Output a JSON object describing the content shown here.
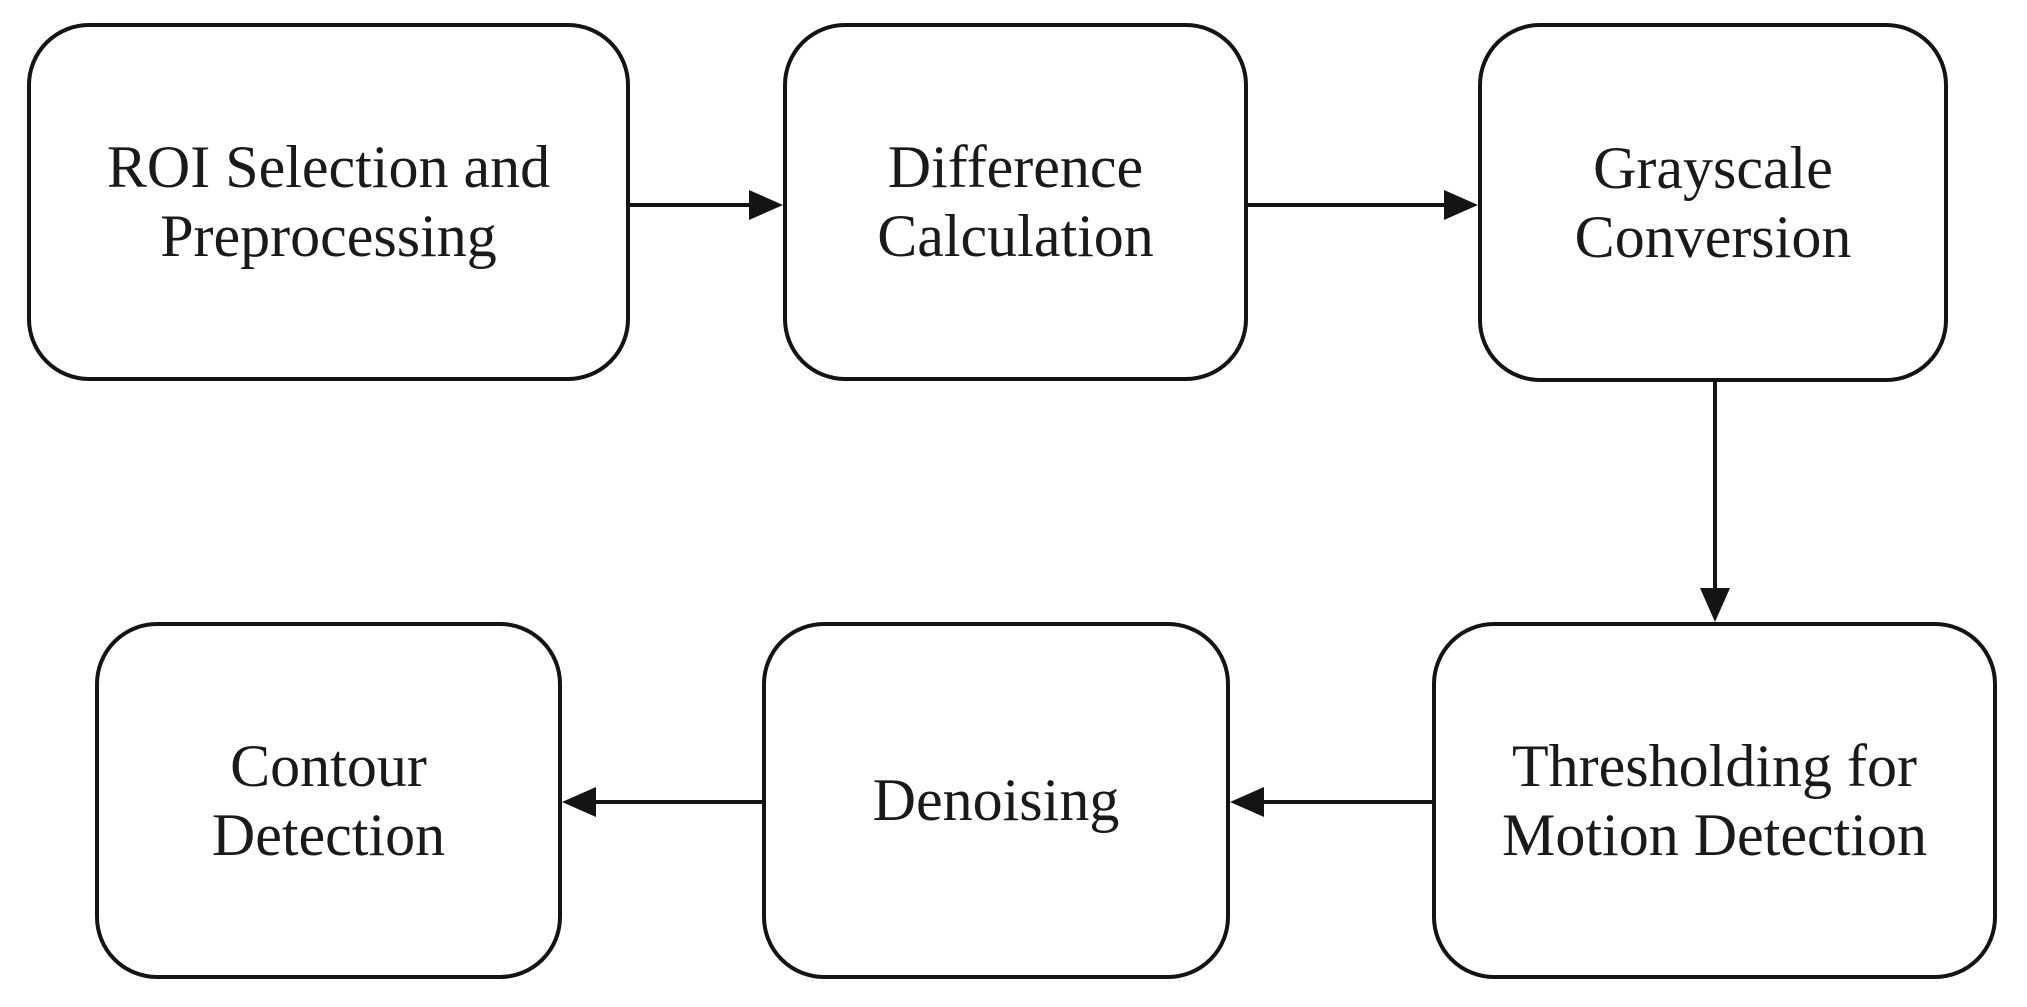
{
  "figure": {
    "type": "flowchart",
    "background_color": "#ffffff",
    "stroke_color": "#141414",
    "text_color": "#1a1a1a",
    "nodes": [
      {
        "id": "roi",
        "lines": [
          "ROI Selection and",
          "Preprocessing"
        ]
      },
      {
        "id": "diff",
        "lines": [
          "Difference",
          "Calculation"
        ]
      },
      {
        "id": "gray",
        "lines": [
          "Grayscale",
          "Conversion"
        ]
      },
      {
        "id": "thresh",
        "lines": [
          "Thresholding for",
          "Motion Detection"
        ]
      },
      {
        "id": "denoise",
        "lines": [
          "Denoising"
        ]
      },
      {
        "id": "contour",
        "lines": [
          "Contour",
          "Detection"
        ]
      }
    ],
    "edges": [
      {
        "from": "roi",
        "to": "diff",
        "direction": "right"
      },
      {
        "from": "diff",
        "to": "gray",
        "direction": "right"
      },
      {
        "from": "gray",
        "to": "thresh",
        "direction": "down"
      },
      {
        "from": "thresh",
        "to": "denoise",
        "direction": "left"
      },
      {
        "from": "denoise",
        "to": "contour",
        "direction": "left"
      }
    ]
  }
}
